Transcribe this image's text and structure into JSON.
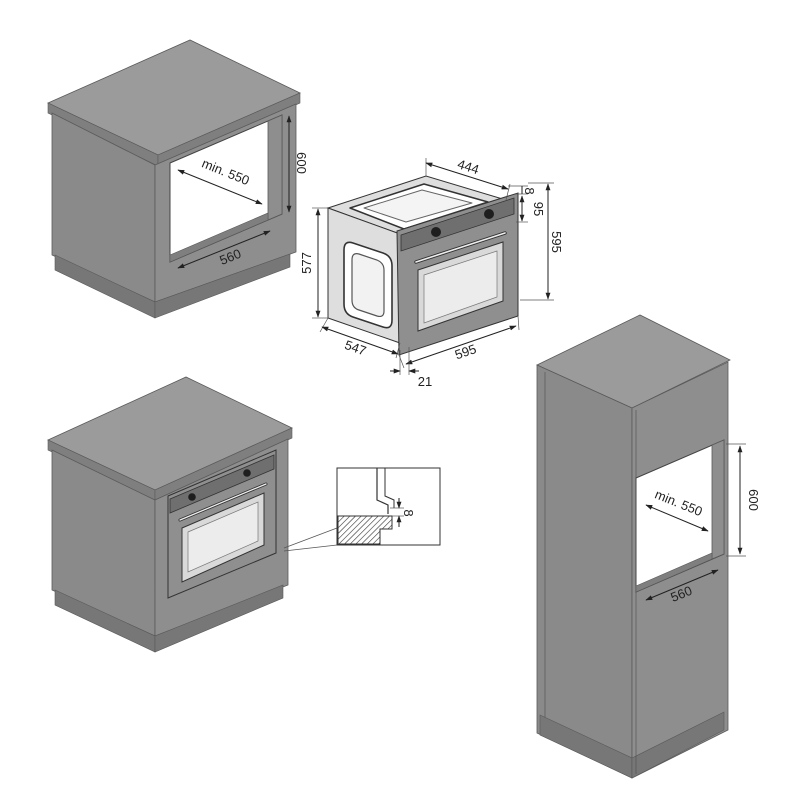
{
  "base_cabinet": {
    "depth": "min. 550",
    "height": "600",
    "width": "560"
  },
  "oven": {
    "top_depth": "444",
    "panel_offset": "8",
    "panel_height": "95",
    "front_height": "595",
    "body_height": "577",
    "body_depth": "547",
    "front_width": "595",
    "front_thickness": "21"
  },
  "detail": {
    "gap": "8"
  },
  "tall_cabinet": {
    "depth": "min. 550",
    "height": "600",
    "width": "560"
  },
  "colors": {
    "cabinet_top": "#9b9b9b",
    "cabinet_side": "#8a8a8a",
    "cabinet_front": "#8e8e8e",
    "plinth": "#777777",
    "oven_body": "#dedede",
    "oven_front": "#8f8f8f",
    "dimension": "#222222"
  }
}
